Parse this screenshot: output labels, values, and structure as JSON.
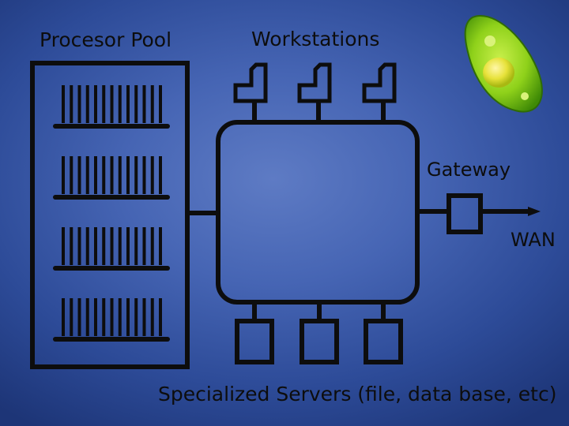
{
  "labels": {
    "processor_pool": "Procesor Pool",
    "workstations": "Workstations",
    "gateway": "Gateway",
    "wan": "WAN",
    "servers": "Specialized Servers (file, data base, etc)"
  },
  "counts": {
    "processor_racks": 4,
    "processors_per_rack": 13,
    "workstations": 3,
    "servers": 3
  },
  "colors": {
    "line": "#0d0d0d",
    "logo_green": "#8fd11a"
  },
  "icons": {
    "logo": "green-leaf-logo-icon",
    "workstation": "chair-shaped-workstation-icon",
    "server": "square-server-icon",
    "gateway": "square-gateway-icon",
    "wan": "arrow-right-icon"
  }
}
